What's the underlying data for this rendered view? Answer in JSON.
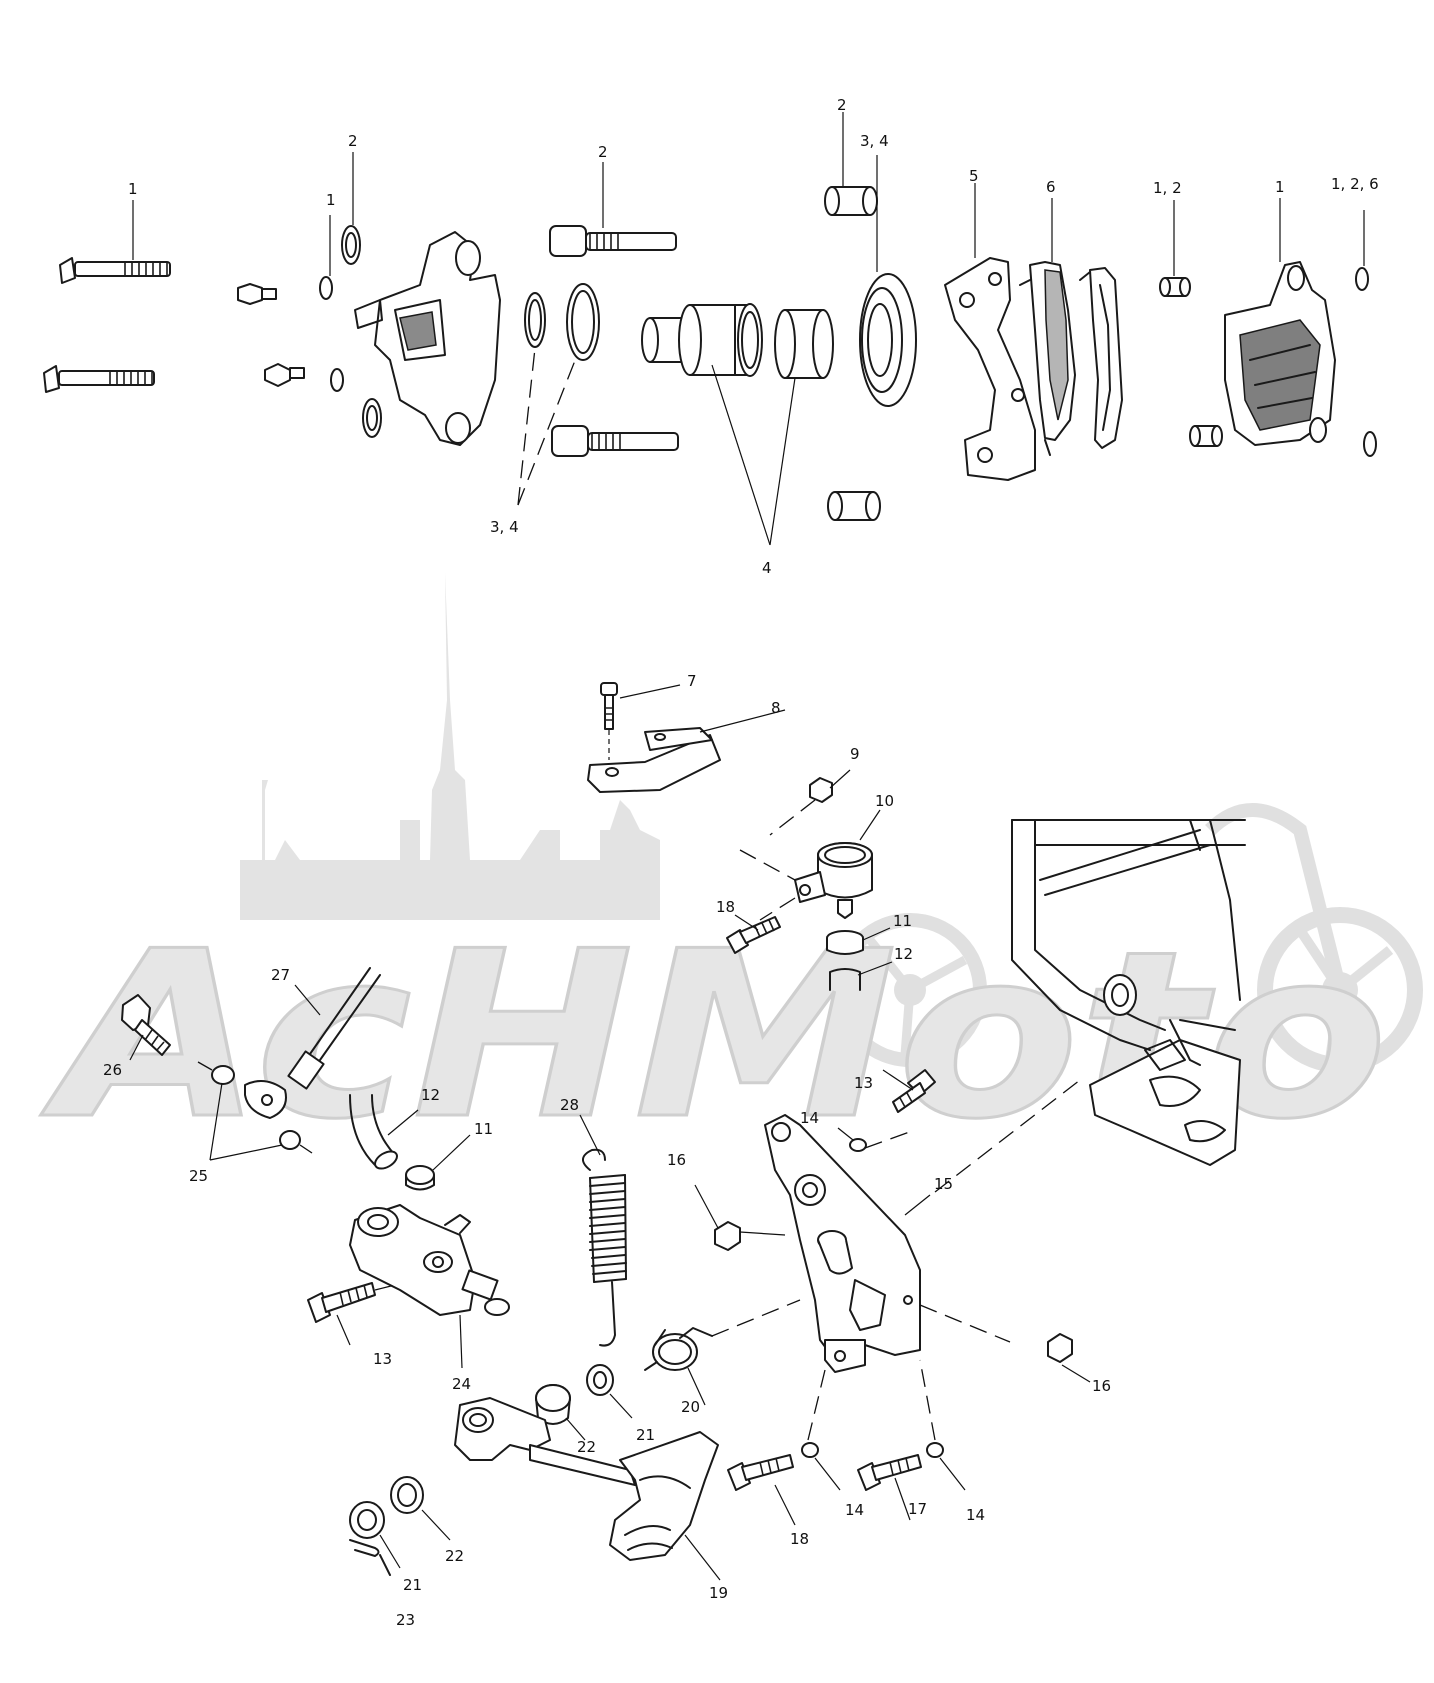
{
  "watermark": {
    "brand_text": "AcHMoto"
  },
  "callouts": [
    {
      "id": "c1a",
      "text": "1"
    },
    {
      "id": "c2a",
      "text": "2"
    },
    {
      "id": "c1b",
      "text": "1"
    },
    {
      "id": "c2b",
      "text": "2"
    },
    {
      "id": "c2c",
      "text": "2"
    },
    {
      "id": "c34a",
      "text": "3,  4"
    },
    {
      "id": "c5",
      "text": "5"
    },
    {
      "id": "c6",
      "text": "6"
    },
    {
      "id": "c12a",
      "text": "1,  2"
    },
    {
      "id": "c1c",
      "text": "1"
    },
    {
      "id": "c126",
      "text": "1,  2,  6"
    },
    {
      "id": "c34b",
      "text": "3,  4"
    },
    {
      "id": "c4",
      "text": "4"
    },
    {
      "id": "c7",
      "text": "7"
    },
    {
      "id": "c8",
      "text": "8"
    },
    {
      "id": "c9",
      "text": "9"
    },
    {
      "id": "c10",
      "text": "10"
    },
    {
      "id": "c18a",
      "text": "18"
    },
    {
      "id": "c11a",
      "text": "11"
    },
    {
      "id": "c12b",
      "text": "12"
    },
    {
      "id": "c27",
      "text": "27"
    },
    {
      "id": "c26",
      "text": "26"
    },
    {
      "id": "c12c",
      "text": "12"
    },
    {
      "id": "c11b",
      "text": "11"
    },
    {
      "id": "c25",
      "text": "25"
    },
    {
      "id": "c28",
      "text": "28"
    },
    {
      "id": "c13a",
      "text": "13"
    },
    {
      "id": "c14a",
      "text": "14"
    },
    {
      "id": "c15",
      "text": "15"
    },
    {
      "id": "c16a",
      "text": "16"
    },
    {
      "id": "c13b",
      "text": "13"
    },
    {
      "id": "c24",
      "text": "24"
    },
    {
      "id": "c20",
      "text": "20"
    },
    {
      "id": "c16b",
      "text": "16"
    },
    {
      "id": "c22a",
      "text": "22"
    },
    {
      "id": "c21a",
      "text": "21"
    },
    {
      "id": "c22b",
      "text": "22"
    },
    {
      "id": "c21b",
      "text": "21"
    },
    {
      "id": "c23",
      "text": "23"
    },
    {
      "id": "c19",
      "text": "19"
    },
    {
      "id": "c18b",
      "text": "18"
    },
    {
      "id": "c14b",
      "text": "14"
    },
    {
      "id": "c17",
      "text": "17"
    },
    {
      "id": "c14c",
      "text": "14"
    }
  ]
}
